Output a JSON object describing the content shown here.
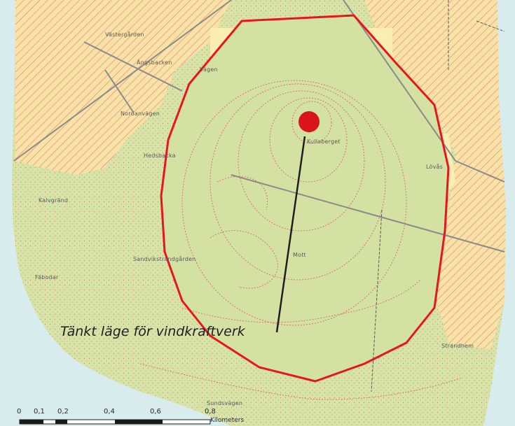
{
  "map": {
    "callout": "Tänkt läge för vindkraftverk",
    "place_names": {
      "hill_top": "Kullaberget",
      "north_west_1": "Västergården",
      "north_west_2": "Ängsbacken",
      "north_west_3": "Vägen",
      "west_1": "Nordanvägen",
      "west_2": "Hedsbacka",
      "west_3": "Kalvgränd",
      "west_4": "Fäbodar",
      "center_south": "Mott",
      "south_west": "Sandvikstrandgården",
      "east_1": "Lövås",
      "east_2": "Strandhem",
      "south": "Sundsvägen"
    },
    "scale_bar": {
      "ticks": [
        "0",
        "0,1",
        "0,2",
        "0,4",
        "0,6",
        "0,8"
      ],
      "unit": "Kilometers"
    },
    "colors": {
      "boundary": "#e8151e",
      "marker": "#d8141d",
      "water": "#d8ecee",
      "forest": "#d6e4a8",
      "farmland": "#fbeeb2",
      "inner_area": "#d3e2a3"
    },
    "icons": {
      "marker": "red-circle-marker"
    }
  }
}
